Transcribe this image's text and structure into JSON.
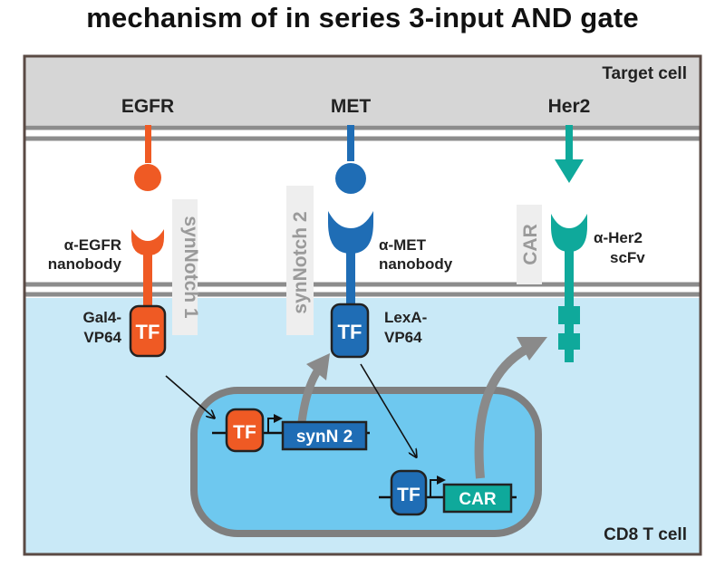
{
  "title": "mechanism of in series 3-input AND gate",
  "colors": {
    "target_cell_bg": "#d6d6d6",
    "t_cell_bg": "#c9e9f7",
    "nucleus_bg": "#6ec8ef",
    "egfr": "#ef5a24",
    "met": "#1f6db5",
    "her2": "#0fa99b",
    "membrane": "#8c8c8c",
    "arrow_gray": "#8a8a8a"
  },
  "labels": {
    "target_cell": "Target cell",
    "t_cell": "CD8 T cell",
    "egfr": "EGFR",
    "met": "MET",
    "her2": "Her2",
    "alpha_egfr_1": "α-EGFR",
    "alpha_egfr_2": "nanobody",
    "alpha_met_1": "α-MET",
    "alpha_met_2": "nanobody",
    "alpha_her2_1": "α-Her2",
    "alpha_her2_2": "scFv",
    "synnotch1": "synNotch 1",
    "synnotch2": "synNotch 2",
    "car_vertical": "CAR",
    "gal4_1": "Gal4-",
    "gal4_2": "VP64",
    "lexa_1": "LexA-",
    "lexa_2": "VP64",
    "tf": "TF",
    "gene_synn2": "synN 2",
    "gene_car": "CAR"
  }
}
